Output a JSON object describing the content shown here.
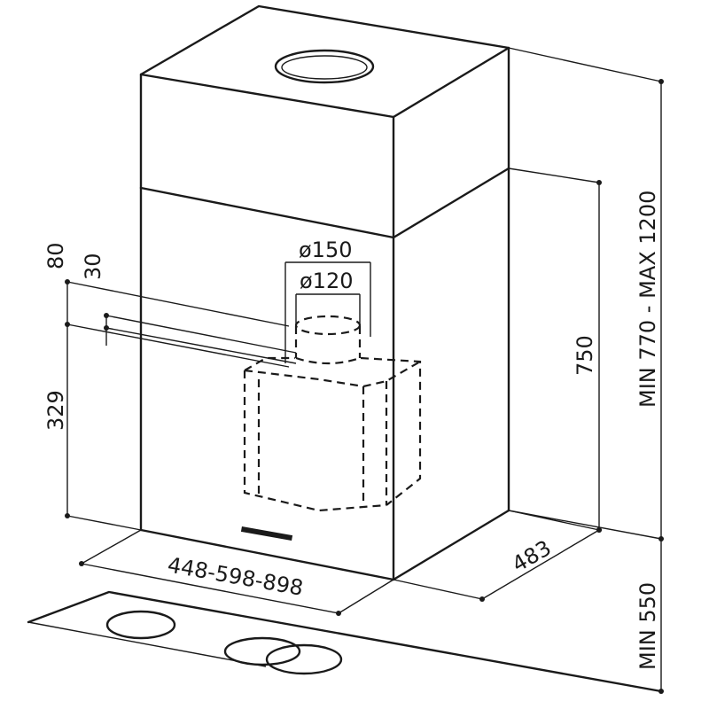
{
  "dimensions": {
    "width_range": "448-598-898",
    "depth": "483",
    "duct_outer": "ø150",
    "duct_inner": "ø120",
    "offset_80": "80",
    "offset_30": "30",
    "motor_height": "329",
    "height_750": "750",
    "total_height": "MIN 770 - MAX 1200",
    "min_clearance": "MIN 550"
  },
  "colors": {
    "line": "#1a1a1a",
    "background": "#ffffff"
  }
}
